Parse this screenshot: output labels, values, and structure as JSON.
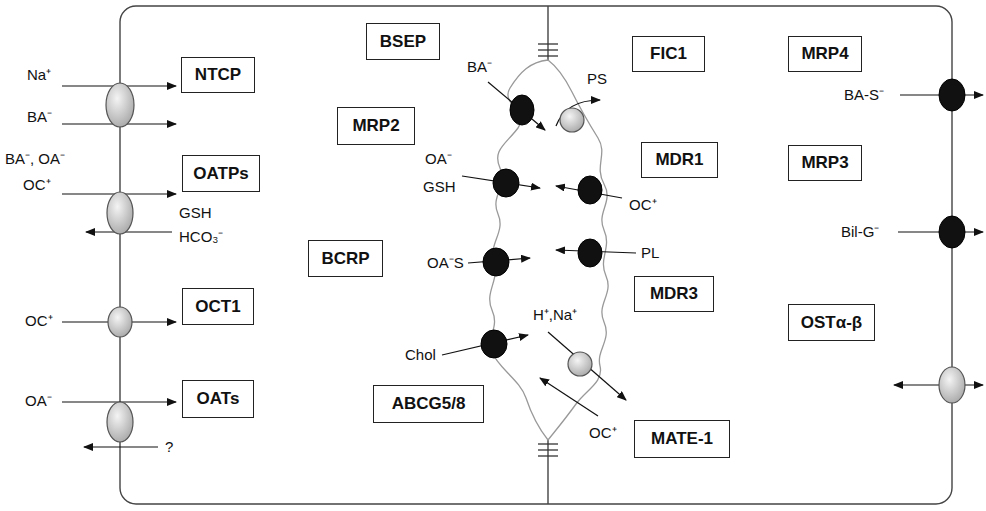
{
  "diagram": {
    "nodes": [
      {
        "text": [
          "NTCP"
        ]
      },
      {
        "text": [
          "OATPs"
        ]
      },
      {
        "text": [
          "OCT1"
        ]
      },
      {
        "text": [
          "OATs"
        ]
      },
      {
        "text": [
          "BSEP"
        ]
      },
      {
        "text": [
          "MRP2"
        ]
      },
      {
        "text": [
          "BCRP"
        ]
      },
      {
        "text": [
          "ABCG5/8"
        ]
      },
      {
        "text": [
          "FIC1"
        ]
      },
      {
        "text": [
          "MDR1"
        ]
      },
      {
        "text": [
          "MDR3"
        ]
      },
      {
        "text": [
          "MATE-1"
        ]
      },
      {
        "text": [
          "MRP4"
        ]
      },
      {
        "text": [
          "MRP3"
        ]
      },
      {
        "text": [
          "OSTα-β"
        ]
      }
    ],
    "labels": [
      "Na⁺",
      "BA⁻",
      "BA⁻, OA⁻",
      "OC⁺",
      "GSH",
      "HCO₃⁻",
      "OC⁺",
      "OA⁻",
      "?",
      "BA⁻",
      "PS",
      "OA⁻",
      "GSH",
      "OC⁺",
      "OA⁻S",
      "PL",
      "Chol",
      "H⁺,Na⁺",
      "OC⁺",
      "BA-S⁻",
      "Bil-G⁻"
    ]
  }
}
